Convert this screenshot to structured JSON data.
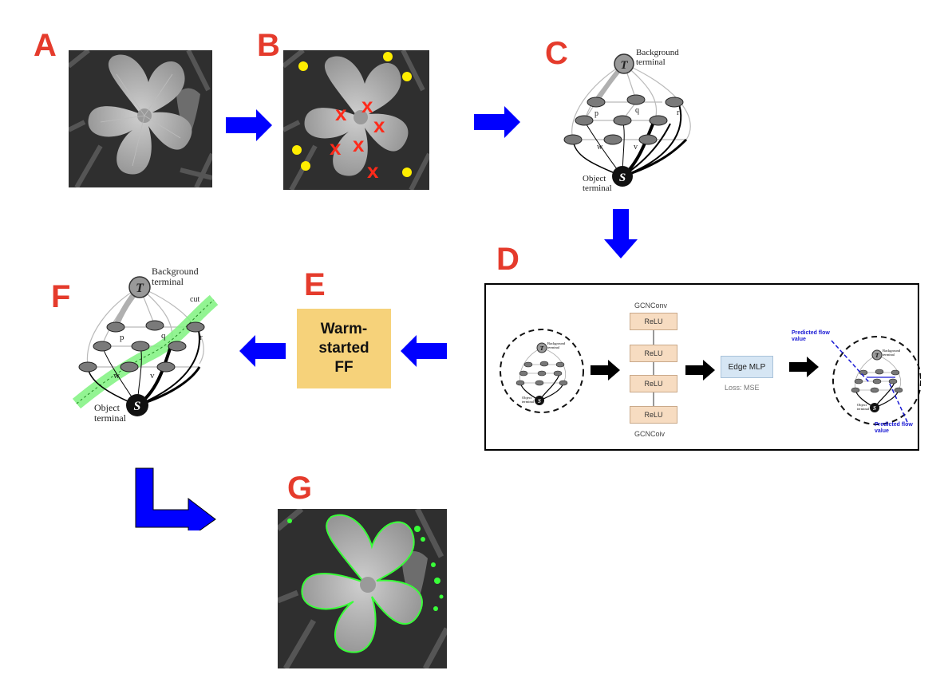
{
  "panels": {
    "a": "A",
    "b": "B",
    "c": "C",
    "d": "D",
    "e": "E",
    "f": "F",
    "g": "G"
  },
  "graph": {
    "background_terminal_line1": "Background",
    "background_terminal_line2": "terminal",
    "object_terminal_line1": "Object",
    "object_terminal_line2": "terminal",
    "t_label": "T",
    "s_label": "S",
    "node_p": "p",
    "node_q": "q",
    "node_r": "r",
    "node_w": "w",
    "node_v": "v",
    "cut": "cut"
  },
  "warm_box": {
    "line1": "Warm-",
    "line2": "started",
    "line3": "FF"
  },
  "gnn": {
    "top_label": "GCNConv",
    "bottom_label": "GCNCoiv",
    "relu": [
      "ReLU",
      "ReLU",
      "ReLU",
      "ReLU"
    ],
    "mlp_label": "Edge MLP",
    "loss": "Loss: MSE",
    "pred_top_line1": "Predicted flow",
    "pred_top_line2": "value",
    "pred_bottom_line1": "Predicted flow",
    "pred_bottom_line2": "value",
    "mini_bg_line1": "Background",
    "mini_bg_line2": "terminal",
    "mini_obj_line1": "Object",
    "mini_obj_line2": "terminal"
  },
  "colors": {
    "letter": "#e53b2c",
    "arrow": "#0000ff",
    "seed_fg": "#ff2a1a",
    "seed_bg": "#ffee00",
    "cut_band": "#7ff27f",
    "contour": "#39ff39"
  }
}
